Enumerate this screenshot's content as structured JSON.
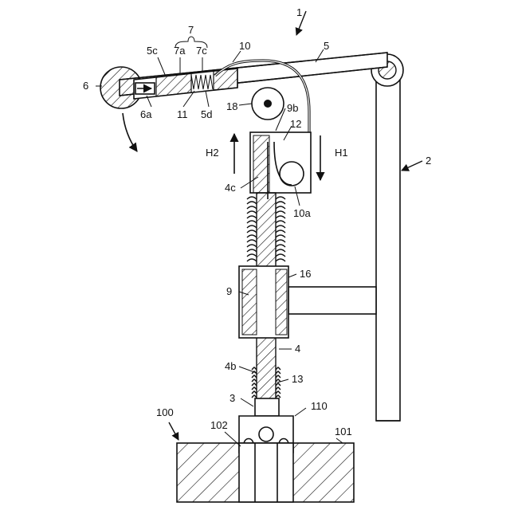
{
  "figure": {
    "labels": {
      "assembly": "1",
      "frame": "2",
      "tip": "3",
      "shaft": "4",
      "shaft_lower": "4b",
      "shaft_upper": "4c",
      "lever": "5",
      "lever_c": "5c",
      "lever_d": "5d",
      "weight": "6",
      "weight_a": "6a",
      "group": "7",
      "group_a": "7a",
      "group_c": "7c",
      "guide": "9",
      "guide_b": "9b",
      "wire": "10",
      "wire_a": "10a",
      "spring_inner": "11",
      "pulley_label": "12",
      "spring_lower": "13",
      "bracket": "16",
      "roller": "18",
      "workpiece": "100",
      "base": "101",
      "groove": "102",
      "part": "110",
      "dir_up": "H2",
      "dir_down": "H1"
    }
  }
}
